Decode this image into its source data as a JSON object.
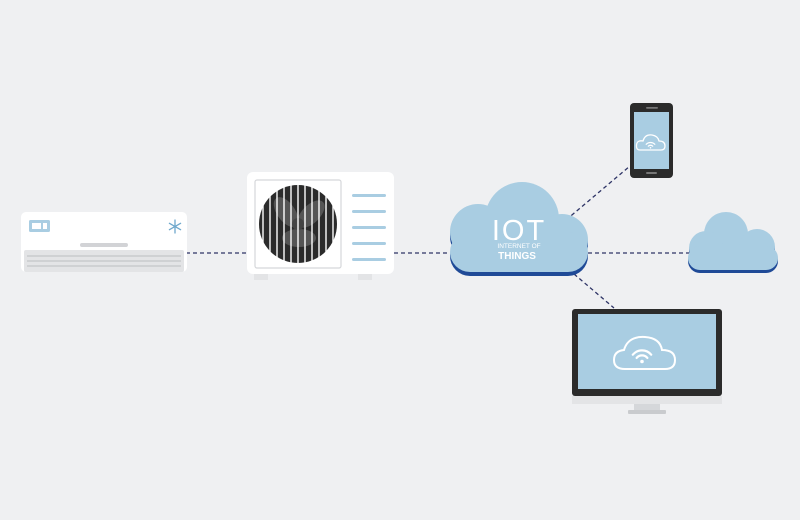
{
  "colors": {
    "background": "#eff0f2",
    "line": "#2e3466",
    "cloud": "#a9cde2",
    "cloud_edge": "#1f4a97",
    "device_white": "#ffffff",
    "device_dark": "#2b2b2b",
    "accent_blue": "#a9cde2"
  },
  "iot_cloud": {
    "title": "IOT",
    "subtitle": "INTERNET OF",
    "subtitle2": "THINGS"
  },
  "indoor_unit": {
    "icons": [
      "display-icon",
      "snowflake-icon"
    ]
  },
  "outdoor_unit": {
    "icons": [
      "fan-icon"
    ]
  },
  "smartphone": {
    "icons": [
      "cloud-icon",
      "wifi-icon"
    ]
  },
  "monitor": {
    "icons": [
      "cloud-icon",
      "wifi-icon"
    ]
  },
  "remote_cloud": {
    "icons": [
      "cloud-icon"
    ]
  },
  "connections": [
    {
      "from": "indoor-unit",
      "to": "outdoor-unit"
    },
    {
      "from": "outdoor-unit",
      "to": "iot-cloud"
    },
    {
      "from": "iot-cloud",
      "to": "smartphone"
    },
    {
      "from": "iot-cloud",
      "to": "remote-cloud"
    },
    {
      "from": "iot-cloud",
      "to": "monitor"
    }
  ]
}
